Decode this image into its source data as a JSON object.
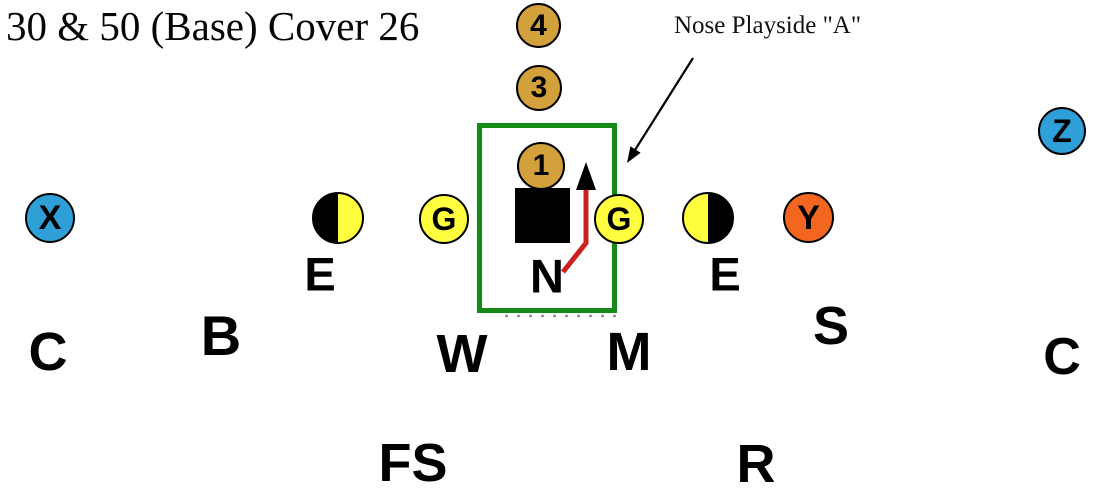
{
  "title": "30 & 50 (Base) Cover 26",
  "annotation": {
    "text": "Nose Playside \"A\""
  },
  "offense": {
    "backs": {
      "b4": "4",
      "b3": "3",
      "b1": "1"
    },
    "receivers": {
      "x": "X",
      "z": "Z",
      "y": "Y"
    },
    "guards": {
      "left": "G",
      "right": "G"
    }
  },
  "defense": {
    "end_left": "E",
    "nose": "N",
    "end_right": "E",
    "corner_left": "C",
    "b_backer": "B",
    "will": "W",
    "mike": "M",
    "sam": "S",
    "corner_right": "C",
    "free_safety": "FS",
    "rover": "R"
  },
  "colors": {
    "back_gold": "#D2A13C",
    "receiver_blue": "#2F9FD8",
    "line_yellow": "#FFFF3F",
    "flanker_orange": "#F2661F",
    "highlight_green": "#168A16",
    "slant_red": "#CC2020"
  }
}
